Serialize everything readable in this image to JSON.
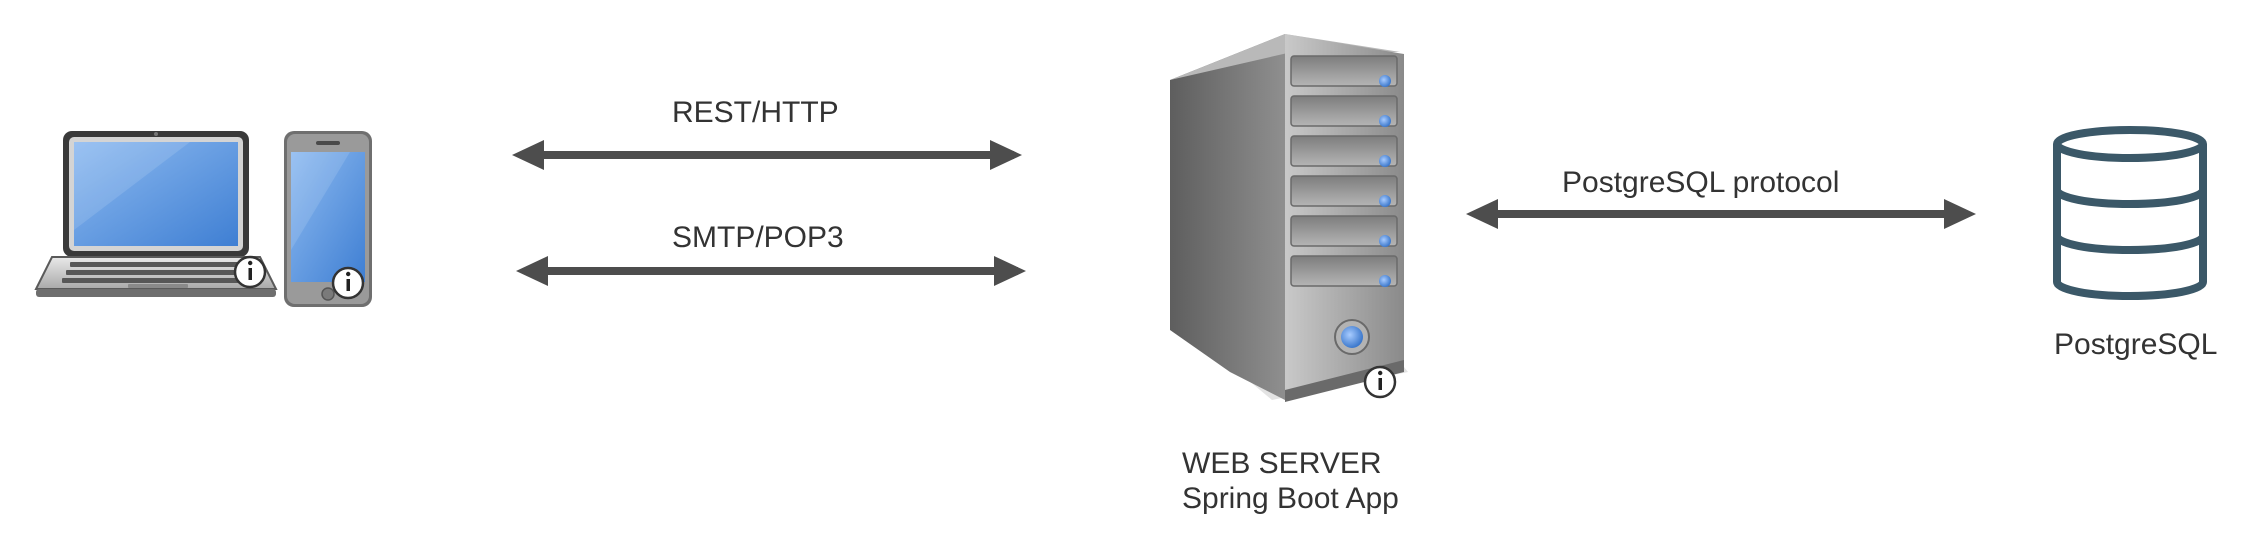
{
  "nodes": {
    "laptop": {
      "icon": "laptop-icon",
      "badge": "i"
    },
    "phone": {
      "icon": "smartphone-icon",
      "badge": "i"
    },
    "server": {
      "icon": "server-tower-icon",
      "badge": "i",
      "title": "WEB SERVER",
      "subtitle": "Spring Boot App"
    },
    "database": {
      "icon": "database-icon",
      "label": "PostgreSQL"
    }
  },
  "connections": [
    {
      "label": "REST/HTTP",
      "direction": "bidirectional"
    },
    {
      "label": "SMTP/POP3",
      "direction": "bidirectional"
    },
    {
      "label": "PostgreSQL protocol",
      "direction": "bidirectional"
    }
  ],
  "colors": {
    "arrow": "#4d4d4d",
    "text": "#333333",
    "screen": "#5b93dc",
    "device_body": "#8c8c8c",
    "server_body": "#9a9a9a",
    "server_led": "#5b8fd9",
    "database_stroke": "#3b5868"
  }
}
